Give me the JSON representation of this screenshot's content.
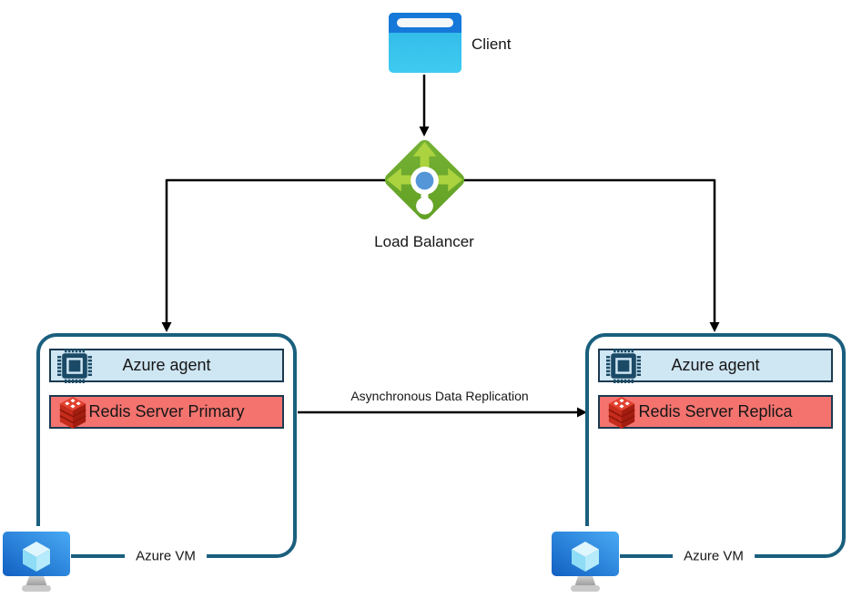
{
  "client": {
    "label": "Client",
    "icon": "browser-window-icon"
  },
  "load_balancer": {
    "label": "Load Balancer",
    "icon": "load-balancer-icon"
  },
  "replication": {
    "label": "Asynchronous Data Replication"
  },
  "vm_left": {
    "agent_label": "Azure agent",
    "redis_label": "Redis Server Primary",
    "vm_label": "Azure VM",
    "agent_icon": "cpu-chip-icon",
    "redis_icon": "redis-cube-icon",
    "vm_icon": "azure-vm-monitor-icon"
  },
  "vm_right": {
    "agent_label": "Azure agent",
    "redis_label": "Redis Server Replica",
    "vm_label": "Azure VM",
    "agent_icon": "cpu-chip-icon",
    "redis_icon": "redis-cube-icon",
    "vm_icon": "azure-vm-monitor-icon"
  },
  "colors": {
    "vm_box_border": "#1A5F7E",
    "agent_bar_fill": "#CFE6F3",
    "bar_border": "#1B3A50",
    "redis_bar_fill": "#F4736F",
    "connector_line": "#000000",
    "lb_diamond_green": "#6BA82C",
    "lb_arrow_green": "#ABD33F",
    "lb_dot_blue": "#5596D8",
    "client_top_blue": "#1678D8",
    "client_body_cyan": "#33C3EC",
    "redis_red": "#C62C1C",
    "chip_navy": "#1B4A66"
  }
}
